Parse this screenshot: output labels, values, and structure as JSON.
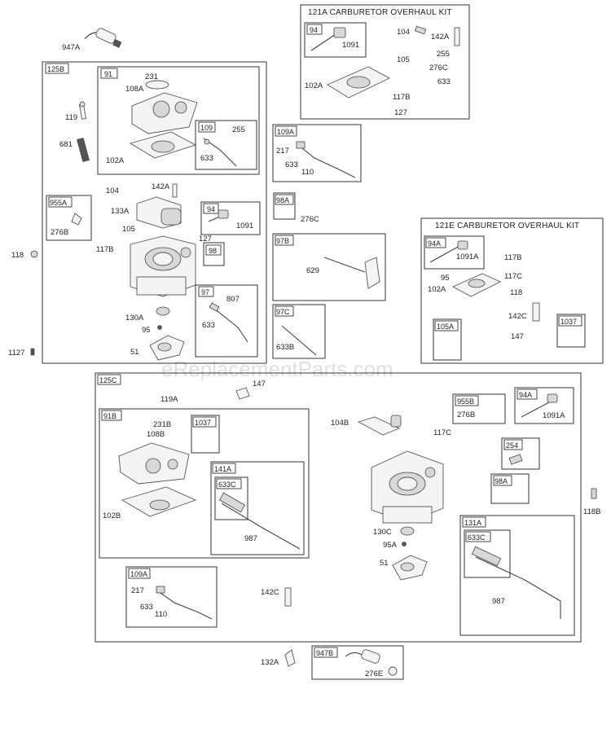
{
  "watermark": "eReplacementParts.com",
  "kit_titles": {
    "k121a": "121A CARBURETOR OVERHAUL KIT",
    "k121e": "121E CARBURETOR OVERHAUL KIT"
  },
  "box_tags": {
    "b125b": "125B",
    "b91": "91",
    "b109": "109",
    "b955a": "955A",
    "b94": "94",
    "b98": "98",
    "b97": "97",
    "b121a_94": "94",
    "b109a": "109A",
    "b98a": "98A",
    "b97b": "97B",
    "b97c": "97C",
    "b94a": "94A",
    "b105a": "105A",
    "b1037": "1037",
    "b125c": "125C",
    "b91b": "91B",
    "b1037b": "1037",
    "b141a": "141A",
    "b633c": "633C",
    "b109a2": "109A",
    "b955b": "955B",
    "b94a2": "94A",
    "b254": "254",
    "b98a2": "98A",
    "b131a": "131A",
    "b633c2": "633C",
    "b947b": "947B"
  },
  "labels": {
    "l947a": "947A",
    "l231": "231",
    "l108a": "108A",
    "l119": "119",
    "l681": "681",
    "l255": "255",
    "l633a": "633",
    "l102a": "102A",
    "l104": "104",
    "l142a": "142A",
    "l133a": "133A",
    "l276b": "276B",
    "l105": "105",
    "l1091a": "1091",
    "l118": "118",
    "l117b": "117B",
    "l127": "127",
    "l807": "807",
    "l633b": "633",
    "l130a": "130A",
    "l95": "95",
    "l51": "51",
    "l1127": "1127",
    "k_1091": "1091",
    "k_104": "104",
    "k_142a": "142A",
    "k_105": "105",
    "k_255": "255",
    "k_276c": "276C",
    "k_633": "633",
    "k_102a": "102A",
    "k_117b": "117B",
    "k_127": "127",
    "m_217": "217",
    "m_633": "633",
    "m_110": "110",
    "m_276c": "276C",
    "m_629": "629",
    "m_633b": "633B",
    "e_1091a": "1091A",
    "e_95": "95",
    "e_102a": "102A",
    "e_117b": "117B",
    "e_117c": "117C",
    "e_118": "118",
    "e_142c": "142C",
    "e_147": "147",
    "c_147": "147",
    "c_119a": "119A",
    "c_108b": "108B",
    "c_231b": "231B",
    "c_102b": "102B",
    "c_987": "987",
    "c_217": "217",
    "c_633": "633",
    "c_110": "110",
    "c_142c": "142C",
    "c_104b": "104B",
    "c_276b": "276B",
    "c_1091a": "1091A",
    "c_117c": "117C",
    "c_130c": "130C",
    "c_95a": "95A",
    "c_51": "51",
    "c_987b": "987",
    "c_118b": "118B",
    "c_132a": "132A",
    "c_276e": "276E"
  }
}
